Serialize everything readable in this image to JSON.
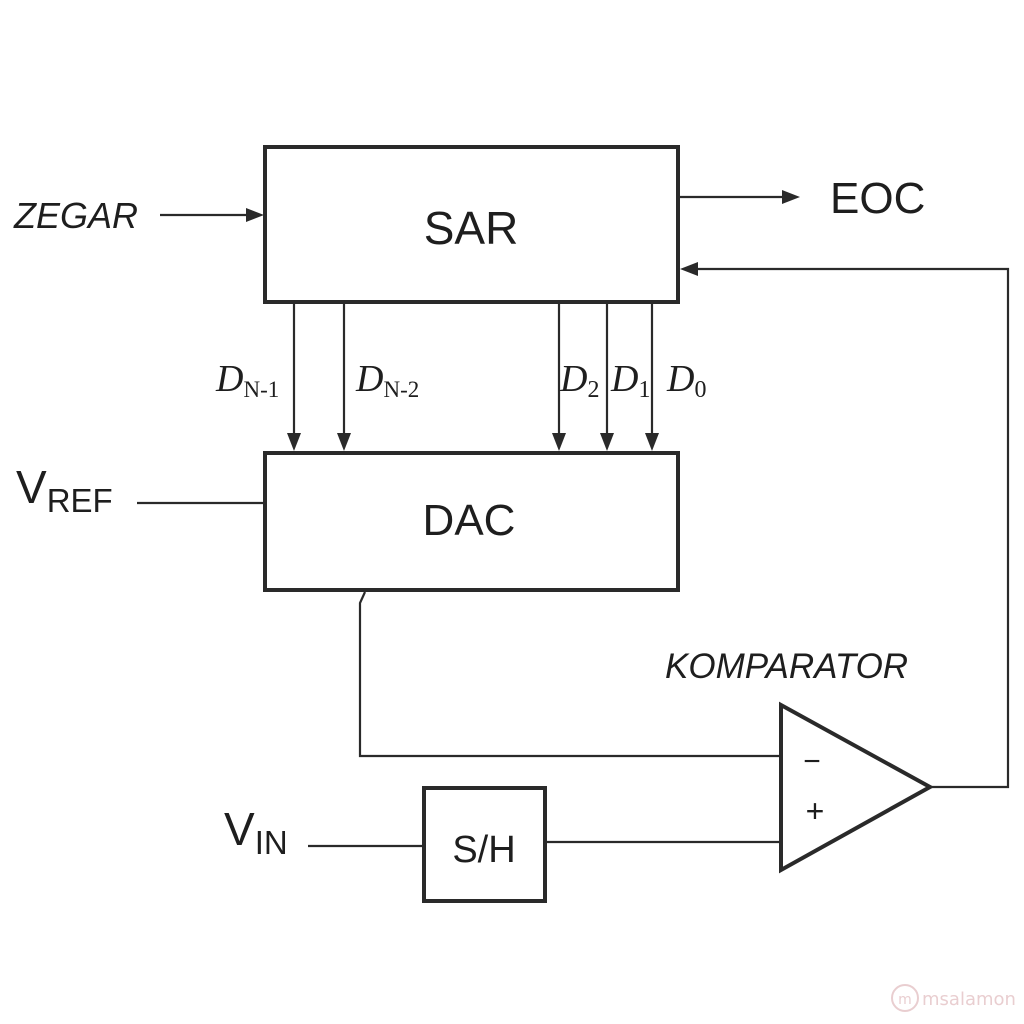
{
  "blocks": {
    "sar": "SAR",
    "dac": "DAC",
    "sh": "S/H",
    "comparator_label": "KOMPARATOR"
  },
  "signals": {
    "clock": "ZEGAR",
    "eoc": "EOC",
    "vref_main": "V",
    "vref_sub": "REF",
    "vin_main": "V",
    "vin_sub": "IN"
  },
  "comparator": {
    "minus": "−",
    "plus": "+"
  },
  "data_bits": [
    {
      "main": "D",
      "sub": "N-1"
    },
    {
      "main": "D",
      "sub": "N-2"
    },
    {
      "main": "D",
      "sub": "2"
    },
    {
      "main": "D",
      "sub": "1"
    },
    {
      "main": "D",
      "sub": "0"
    }
  ],
  "watermark": "msalamon"
}
